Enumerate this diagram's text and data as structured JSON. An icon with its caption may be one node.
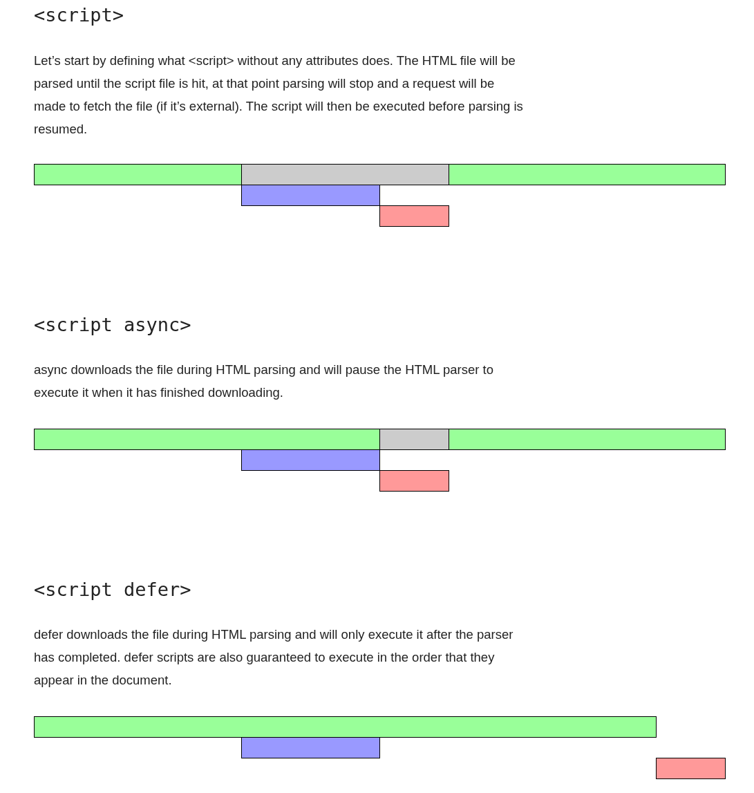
{
  "diagram": {
    "nodes": [
      {
        "text": [],
        "shape": "bar"
      },
      {
        "text": [],
        "shape": "bar"
      },
      {
        "text": [],
        "shape": "bar"
      },
      {
        "text": [],
        "shape": "bar"
      },
      {
        "text": [],
        "shape": "bar"
      },
      {
        "text": [],
        "shape": "bar"
      },
      {
        "text": [],
        "shape": "bar"
      },
      {
        "text": [],
        "shape": "bar"
      },
      {
        "text": [],
        "shape": "bar"
      },
      {
        "text": [],
        "shape": "bar"
      },
      {
        "text": [],
        "shape": "bar"
      },
      {
        "text": [],
        "shape": "bar"
      },
      {
        "text": [],
        "shape": "bar"
      }
    ],
    "labels": [
      "<script>",
      "Let’s start by defining what <script> without any attributes does. The HTML file will be parsed until the script file is hit, at that point parsing will stop and a request will be made to fetch the file (if it’s external). The script will then be executed before parsing is resumed.",
      "<script async>",
      "async downloads the file during HTML parsing and will pause the HTML parser to execute it when it has finished downloading.",
      "<script defer>",
      "defer downloads the file during HTML parsing and will only execute it after the parser has completed. defer scripts are also guaranteed to execute in the order that they appear in the document."
    ]
  }
}
